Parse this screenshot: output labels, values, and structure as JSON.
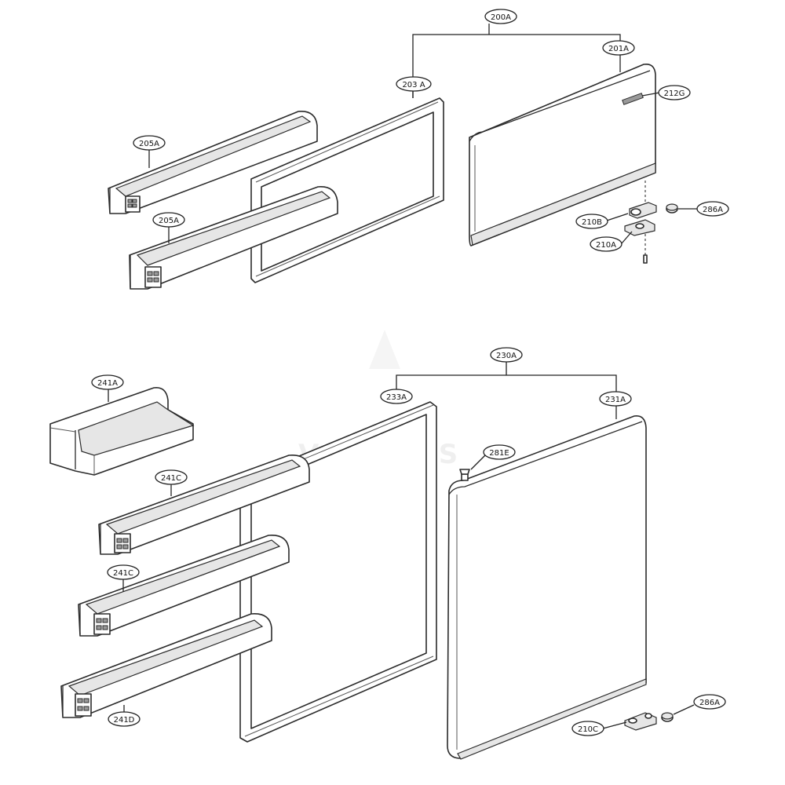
{
  "callouts": {
    "c200A": "200A",
    "c201A": "201A",
    "c203A": "203 A",
    "c212G": "212G",
    "c205A_top": "205A",
    "c205A_bottom": "205A",
    "c210B": "210B",
    "c210A": "210A",
    "c286A_top": "286A",
    "c230A": "230A",
    "c231A": "231A",
    "c233A": "233A",
    "c241A": "241A",
    "c241C_top": "241C",
    "c241C_bottom": "241C",
    "c241D": "241D",
    "c281E": "281E",
    "c210C": "210C",
    "c286A_bottom": "286A"
  },
  "watermark": "VENTUS"
}
